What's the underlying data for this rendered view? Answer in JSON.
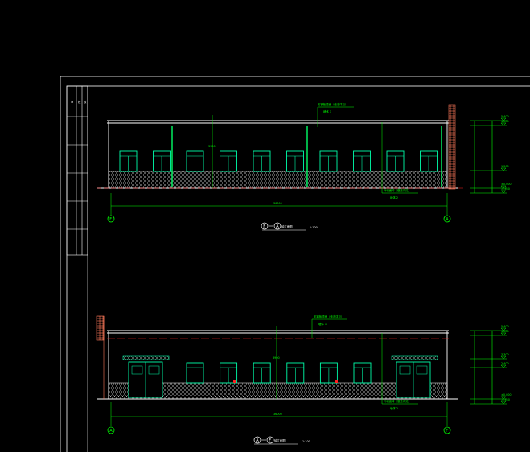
{
  "drawing": {
    "background": "#000000",
    "line_color": "#ffffff",
    "accent_green": "#00ff00",
    "window_color": "#00ffaa",
    "dim_color": "#00ff00",
    "hatch_color": "#c8c8c8",
    "brick_color": "#ff6a4a",
    "axis_red": "#ff2020"
  },
  "elevation_top": {
    "axis_left": "F",
    "axis_right": "A",
    "title_axis_a": "F",
    "title_axis_b": "A",
    "title_text": "轴立面图",
    "scale": "1:100",
    "total_dim": "36000",
    "roof_note": "彩钢板屋面（做法详见）",
    "roof_note_sub": "墙体 1",
    "wall_note": "外墙面砖（做法详见）",
    "wall_note_sub": "墙体 2",
    "level_labels": [
      "5.400",
      "4.800",
      "1.200",
      "±0.000",
      "-0.450"
    ]
  },
  "elevation_bottom": {
    "axis_left": "A",
    "axis_right": "F",
    "title_axis_a": "A",
    "title_axis_b": "F",
    "title_text": "轴立面图",
    "scale": "1:100",
    "total_dim": "36000",
    "roof_note": "彩钢板屋面（做法详见）",
    "roof_note_sub": "墙体 1",
    "wall_note": "外墙面砖（做法详见）",
    "wall_note_sub": "墙体 2",
    "level_labels": [
      "5.400",
      "4.800",
      "3.300",
      "2.400",
      "±0.000",
      "-0.450"
    ]
  }
}
